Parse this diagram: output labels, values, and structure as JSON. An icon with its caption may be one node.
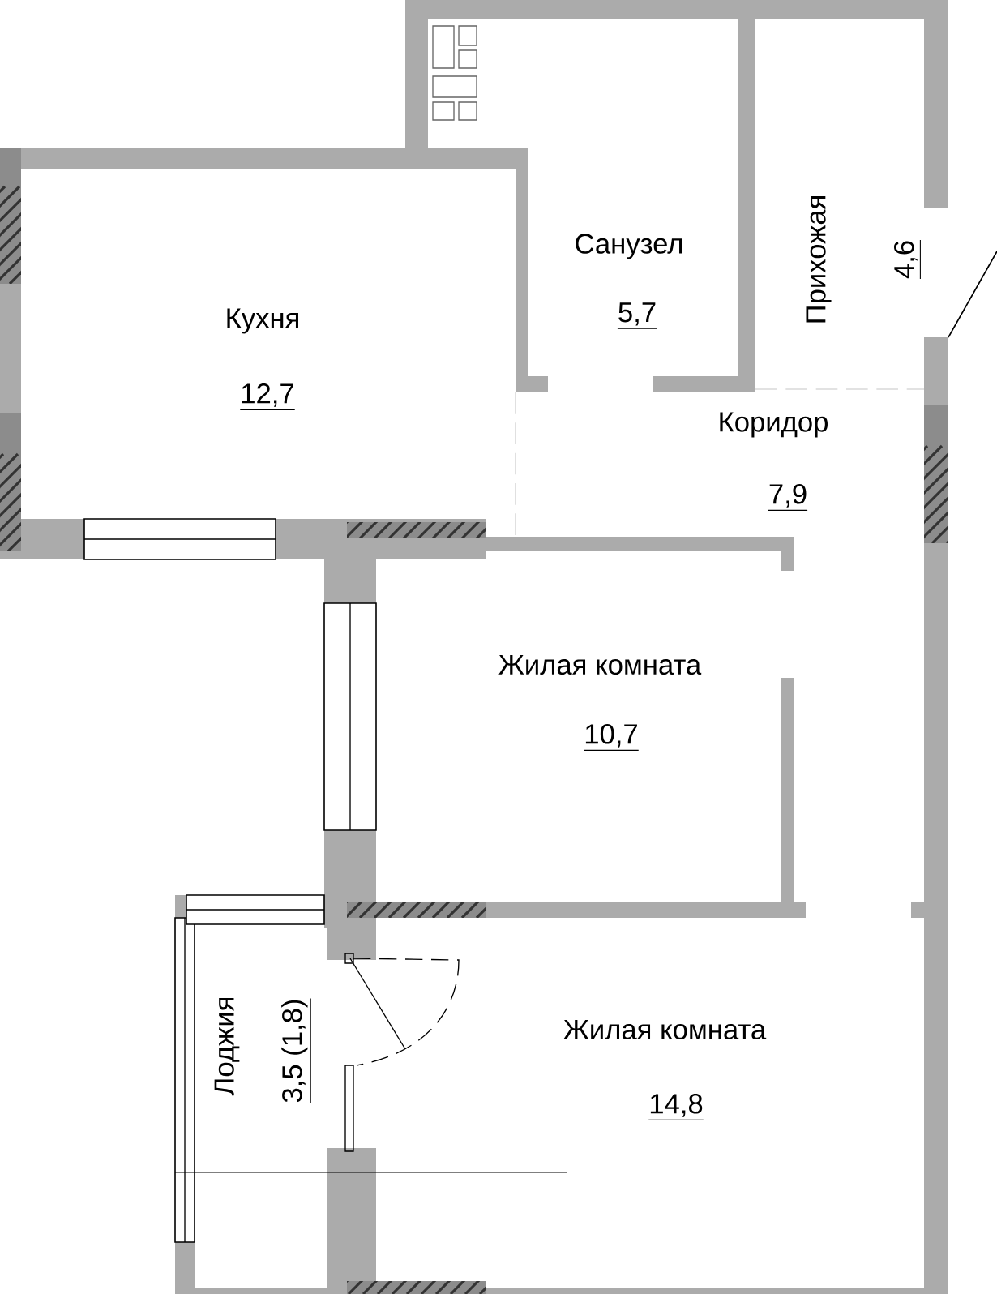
{
  "diagram": {
    "labels": [
      "Кухня",
      "12,7",
      "Санузел",
      "5,7",
      "Прихожая",
      "4,6",
      "Коридор",
      "7,9",
      "Жилая комната",
      "10,7",
      "Лоджия",
      "3,5 (1,8)",
      "Жилая комната",
      "14,8"
    ]
  }
}
